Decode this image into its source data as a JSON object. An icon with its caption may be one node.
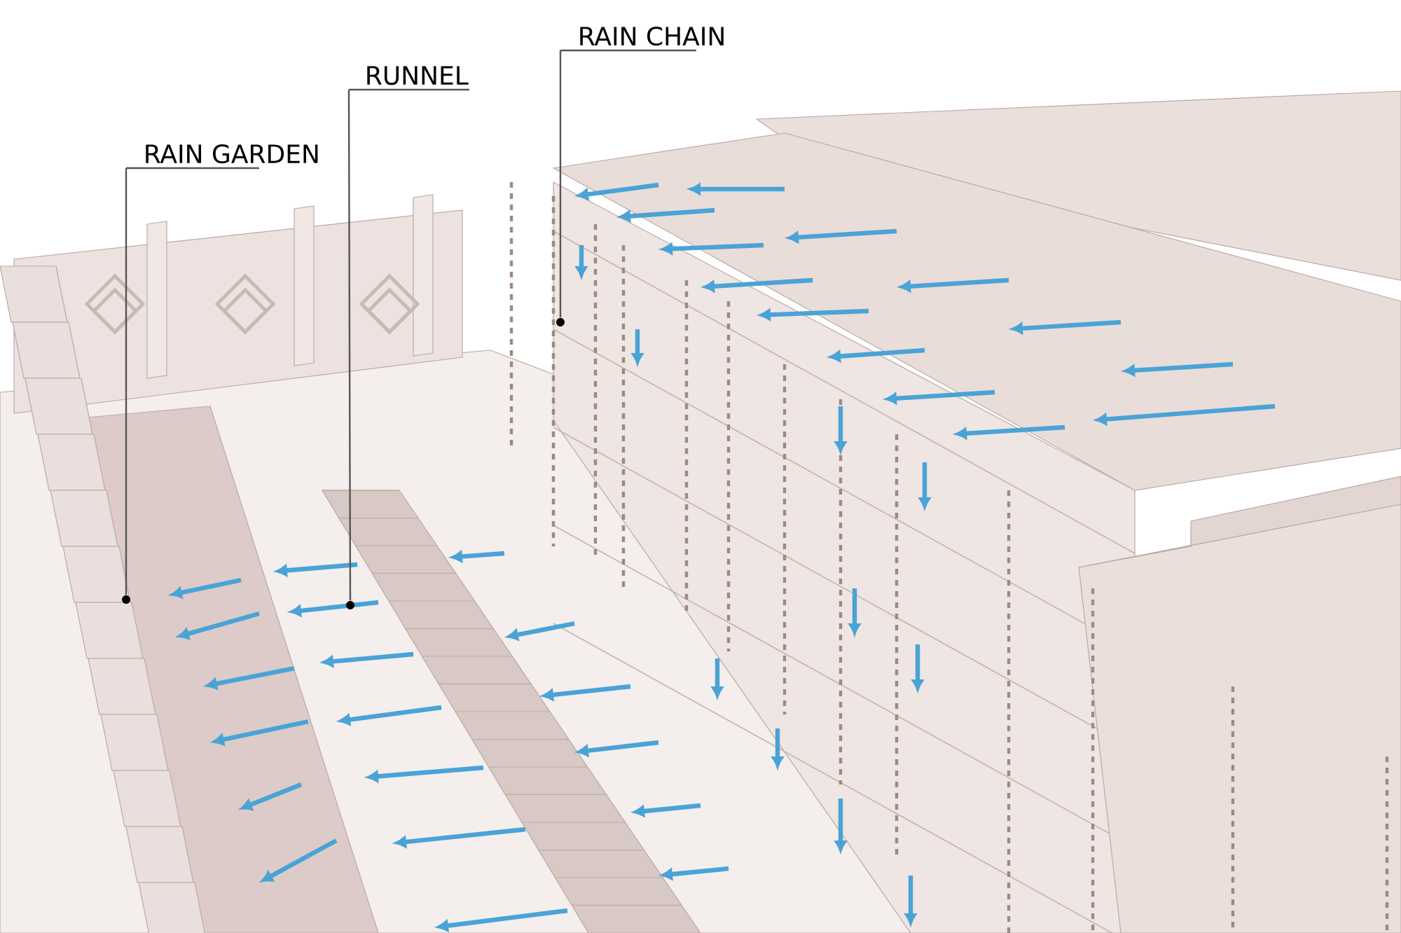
{
  "diagram": {
    "nodes": [
      {
        "text": [
          "RAIN GARDEN"
        ]
      },
      {
        "text": [
          "RUNNEL"
        ]
      },
      {
        "text": [
          "RAIN CHAIN"
        ]
      },
      {
        "text": [],
        "shape": "circle"
      },
      {
        "text": [],
        "shape": "circle"
      },
      {
        "text": [],
        "shape": "circle"
      }
    ],
    "edges": [
      {
        "from": 0,
        "to": 3,
        "arrow": "none"
      },
      {
        "from": 1,
        "to": 4,
        "arrow": "none"
      },
      {
        "from": 2,
        "to": 5,
        "arrow": "none"
      }
    ]
  }
}
